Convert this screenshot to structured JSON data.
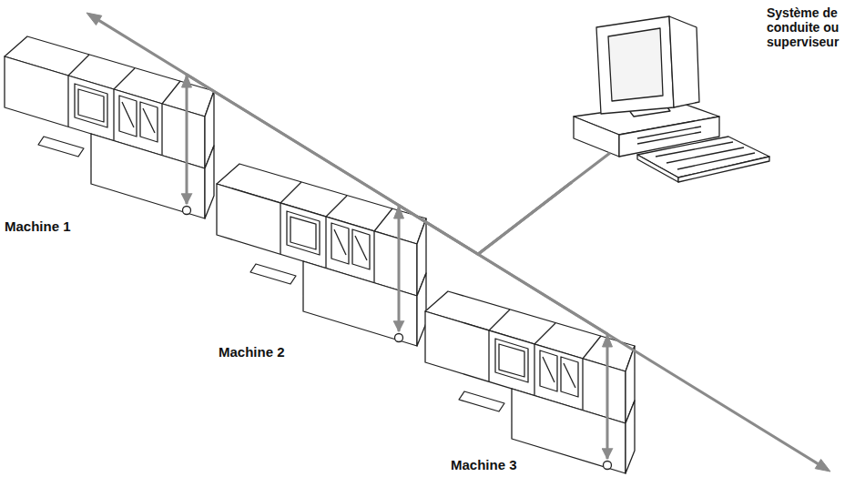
{
  "diagram": {
    "nodes": [
      {
        "text": [
          "Machine 1"
        ]
      },
      {
        "text": [
          "Système de conduite ou superviseur"
        ]
      },
      {
        "text": [
          "Machine 2"
        ]
      },
      {
        "text": [
          "Machine 3"
        ]
      }
    ],
    "edges": [
      {
        "from": 1,
        "to": 0,
        "arrow": "to"
      },
      {
        "from": 1,
        "to": 2,
        "arrow": "to"
      },
      {
        "from": 1,
        "to": 3,
        "arrow": "to"
      }
    ]
  }
}
